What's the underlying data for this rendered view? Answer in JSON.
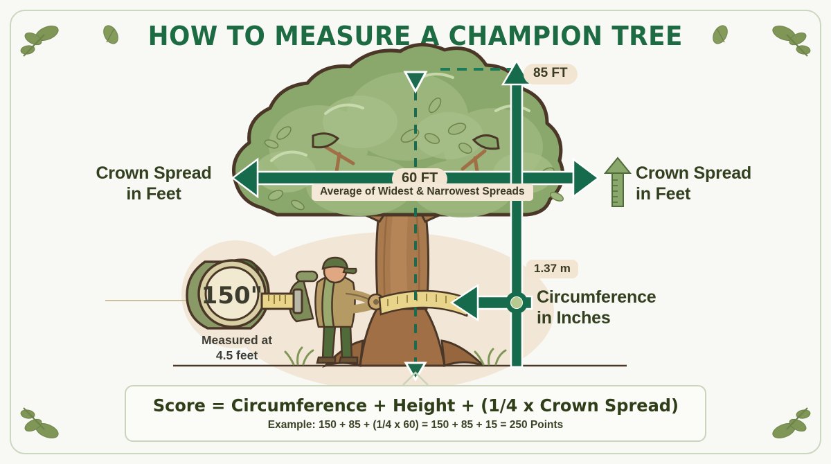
{
  "title": {
    "text": "HOW TO MEASURE A CHAMPION TREE",
    "left_leaf_icon": "leaf-icon",
    "right_leaf_icon": "leaf-icon"
  },
  "labels": {
    "crown_spread_left": "Crown Spread\nin Feet",
    "crown_spread_right": "Crown Spread\nin Feet",
    "circumference": "Circumference\nin Inches"
  },
  "measurements": {
    "crown_spread_value": "60 FT",
    "crown_spread_note": "Average of Widest & Narrowest Spreads",
    "height_value": "85 FT",
    "breast_height_value": "1.37 m",
    "tape_reading": "150\"",
    "tape_caption": "Measured at\n4.5 feet"
  },
  "formula": {
    "main": "Score = Circumference + Height + (1/4 x Crown Spread)",
    "example": "Example: 150 + 85 + (1/4 x 60) = 150 + 85 + 15 = 250 Points"
  },
  "colors": {
    "background": "#f8f8f5",
    "frame": "#cdd6c0",
    "title_green": "#1d6b42",
    "arrow_green": "#1d6b4e",
    "dark_text": "#33401f",
    "pill_beige": "#f2e6d2",
    "foliage_light": "#9cb67e",
    "foliage_mid": "#8aa86c",
    "foliage_dark": "#7f9c62",
    "outline_brown": "#4a3728",
    "trunk_brown": "#9c6b42",
    "ground_beige": "#f0e4d0",
    "tape_yellow": "#e8d48a",
    "person_khaki": "#b59a63",
    "person_pants": "#4f6b3a"
  },
  "icons": {
    "corner_leaves": "leaf-sprig-icon",
    "ruler_arrow": "ruler-arrow-icon",
    "height_arrow": "up-arrow-icon",
    "spread_arrow": "double-arrow-icon",
    "circumference_arrow": "left-arrow-icon",
    "center_line": "dashed-axis-icon",
    "tape_measure": "tape-measure-icon",
    "surveyor": "person-icon",
    "tree": "tree-icon"
  }
}
